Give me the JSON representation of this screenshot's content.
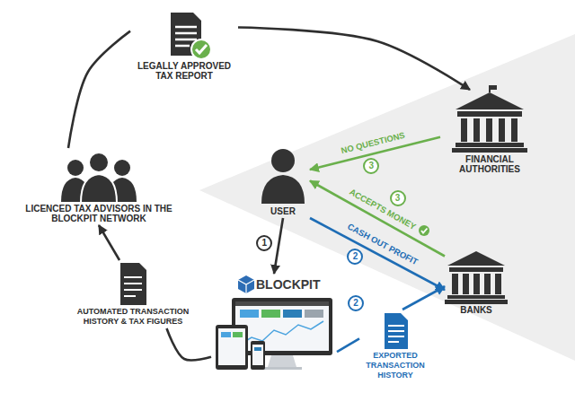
{
  "diagram": {
    "nodes": [
      {
        "text": [
          "LEGALLY APPROVED TAX REPORT"
        ]
      },
      {
        "text": [
          "FINANCIAL AUTHORITIES"
        ]
      },
      {
        "text": [
          "USER"
        ]
      },
      {
        "text": [
          "LICENCED TAX ADVISORS IN THE BLOCKPIT NETWORK"
        ]
      },
      {
        "text": [
          "BLOCKPIT"
        ]
      },
      {
        "text": [
          "BANKS"
        ]
      },
      {
        "text": [
          "EXPORTED TRANSACTION HISTORY"
        ]
      },
      {
        "text": [
          "AUTOMATED TRANSACTION HISTORY & TAX FIGURES"
        ]
      }
    ],
    "edges": [
      {
        "from": 0,
        "to": 1,
        "arrow": "to"
      },
      {
        "from": 1,
        "to": 2,
        "label": "NO QUESTIONS",
        "arrow": "to"
      },
      {
        "from": 2,
        "to": 4,
        "arrow": "to"
      },
      {
        "from": 5,
        "to": 2,
        "label": "ACCEPTS MONEY",
        "arrow": "to"
      },
      {
        "from": 2,
        "to": 5,
        "label": "CASH OUT PROFIT",
        "arrow": "to"
      },
      {
        "from": 4,
        "to": 6,
        "arrow": "none"
      },
      {
        "from": 6,
        "to": 5,
        "arrow": "to"
      },
      {
        "from": 4,
        "to": 7,
        "arrow": "none"
      },
      {
        "from": 7,
        "to": 3,
        "arrow": "to"
      },
      {
        "from": 3,
        "to": 0,
        "arrow": "none"
      }
    ],
    "labels": [
      "3",
      "3",
      "2",
      "1",
      "2"
    ]
  }
}
